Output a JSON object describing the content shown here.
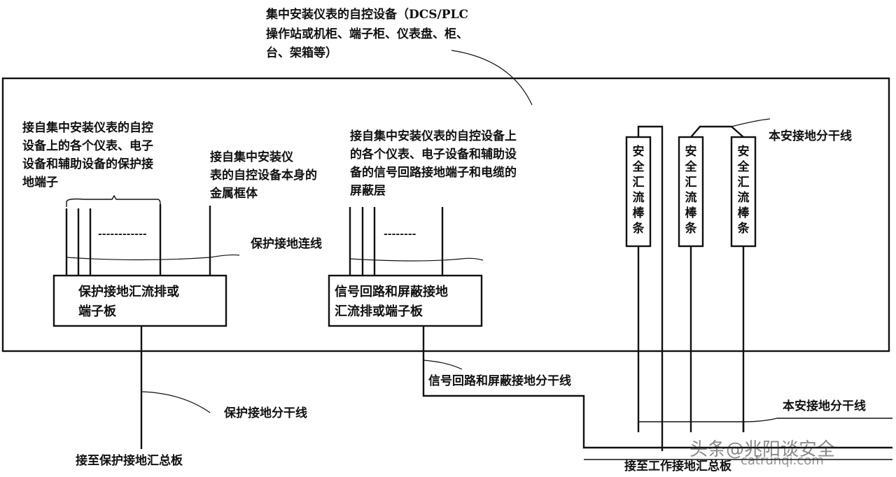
{
  "labels": {
    "top_equipment": [
      "集中安装仪表的自控设备（DCS/PLC",
      "操作站或机柜、端子柜、仪表盘、柜、",
      "台、架箱等）"
    ],
    "protect_terminals": [
      "接自集中安装仪表的自控",
      "设备上的各个仪表、电子",
      "设备和辅助设备的保护接",
      "地端子"
    ],
    "metal_frame": [
      "接自集中安装仪",
      "表的自控设备本身的",
      "金属框体"
    ],
    "signal_terminals": [
      "接自集中安装仪表的自控设备上",
      "的各个仪表、电子设备和辅助设",
      "备的信号回路接地端子和电缆的",
      "屏蔽层"
    ],
    "protect_wire": "保护接地连线",
    "protect_busbar": [
      "保护接地汇流排或",
      "端子板"
    ],
    "signal_busbar": [
      "信号回路和屏蔽接地",
      "汇流排或端子板"
    ],
    "safety_busbar": "安全汇流棒条",
    "safety_branch_top": "本安接地分干线",
    "signal_branch": "信号回路和屏蔽接地分干线",
    "protect_branch": "保护接地分干线",
    "safety_branch_bottom": "本安接地分干线",
    "to_protect_main": "接至保护接地汇总板",
    "to_work_main": "接至工作接地汇总板",
    "dashes_left": "------------",
    "dashes_right": "--------"
  },
  "watermark": {
    "text": "头条@兆阳谈安全",
    "url": "catrunqi.com"
  }
}
